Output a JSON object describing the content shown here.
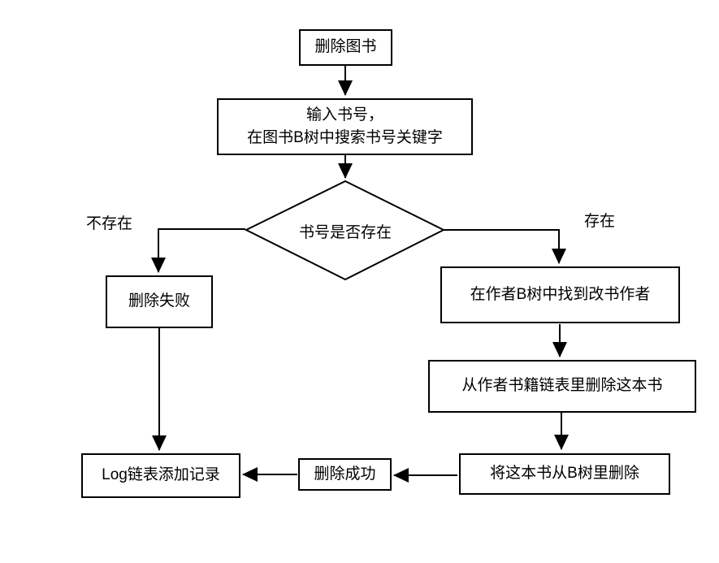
{
  "flowchart": {
    "title_hint": "book deletion flowchart",
    "colors": {
      "background": "#ffffff",
      "line": "#000000",
      "box_fill": "#ffffff",
      "text": "#000000"
    },
    "nodes": {
      "start": {
        "label": "删除图书"
      },
      "search": {
        "line1": "输入书号，",
        "line2": "在图书B树中搜索书号关键字"
      },
      "decision": {
        "label": "书号是否存在"
      },
      "delete_failed": {
        "label": "删除失败"
      },
      "find_author": {
        "label": "在作者B树中找到改书作者"
      },
      "remove_from_author_list": {
        "label": "从作者书籍链表里删除这本书"
      },
      "remove_from_btree": {
        "label": "将这本书从B树里删除"
      },
      "delete_success": {
        "label": "删除成功"
      },
      "log_record": {
        "label": "Log链表添加记录"
      }
    },
    "branch_labels": {
      "not_exists": "不存在",
      "exists": "存在"
    }
  }
}
